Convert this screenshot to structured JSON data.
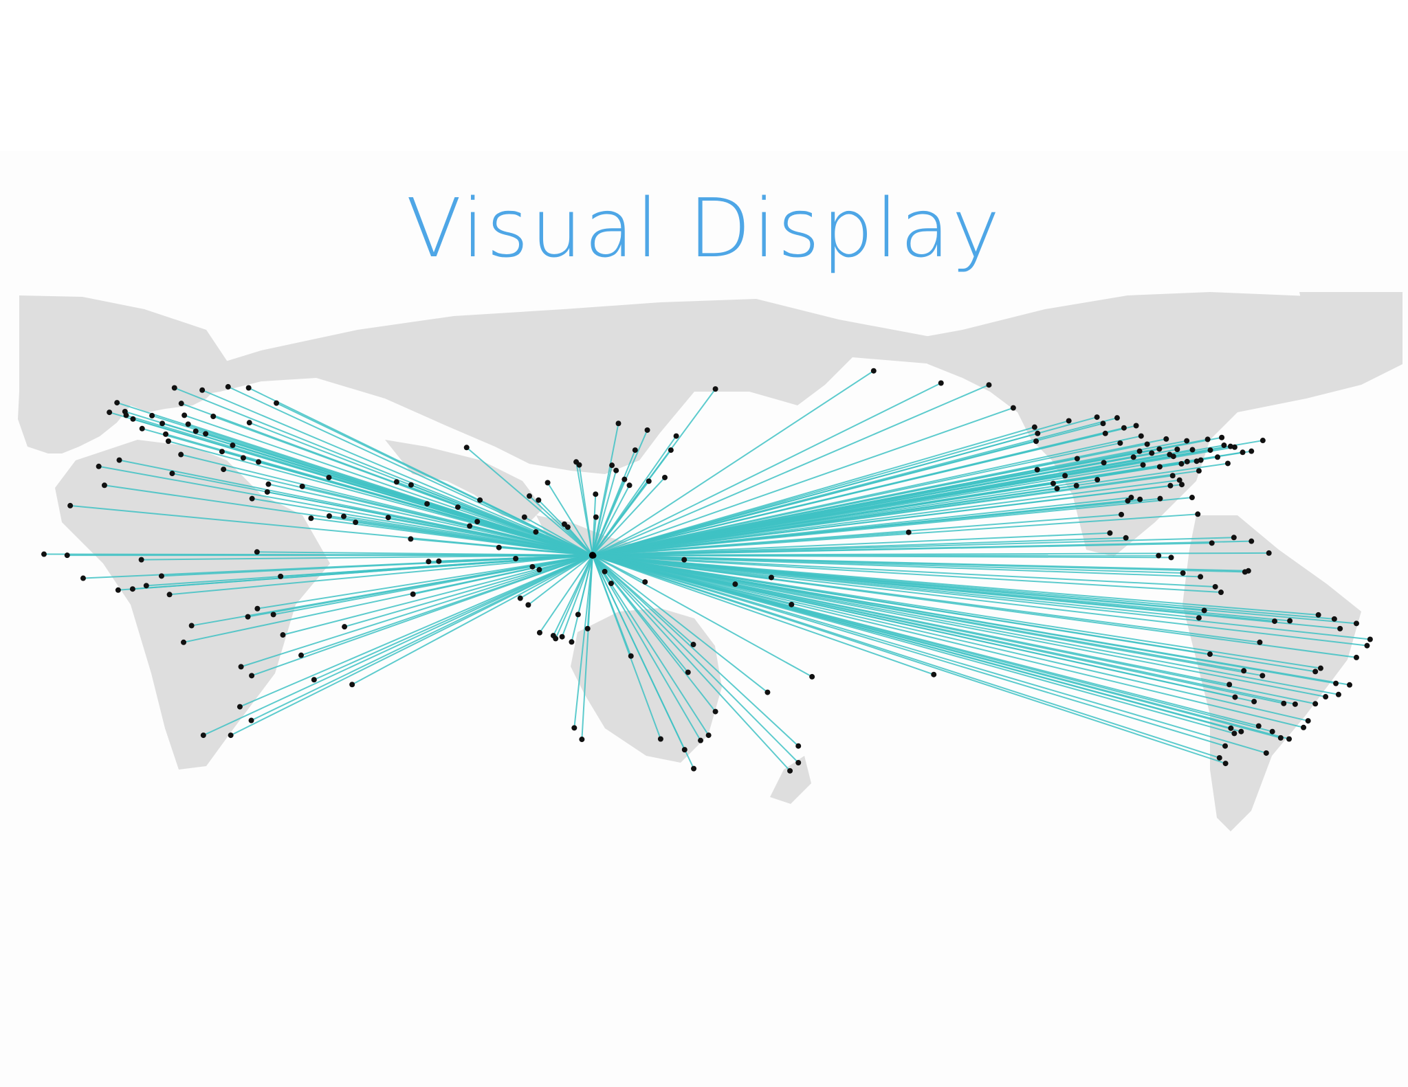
{
  "title": "Visual Display",
  "colors": {
    "title": "#4ea6e6",
    "routes": "#3fc2c4",
    "land": "#dedede",
    "points": "#111111"
  },
  "map": {
    "projection": "pacific-centered-equirectangular",
    "hub": {
      "lon": 120.7,
      "lat": 14.7
    },
    "points": [
      [
        -106.7,
        52.0
      ],
      [
        -104.5,
        47.6
      ],
      [
        -105.1,
        50.3
      ],
      [
        -101.4,
        51.8
      ],
      [
        -100.6,
        45.0
      ],
      [
        -99.6,
        49.1
      ],
      [
        -97.1,
        41.2
      ],
      [
        -96.4,
        49.7
      ],
      [
        -95.1,
        46.9
      ],
      [
        -95.5,
        42.8
      ],
      [
        -93.5,
        44.7
      ],
      [
        -92.3,
        42.3
      ],
      [
        -90.3,
        43.4
      ],
      [
        -88.5,
        46.1
      ],
      [
        -86.6,
        41.4
      ],
      [
        -85.6,
        43.3
      ],
      [
        -84.5,
        39.4
      ],
      [
        -83.1,
        45.6
      ],
      [
        -81.6,
        43.2
      ],
      [
        -79.9,
        37.5
      ],
      [
        -79.4,
        40.4
      ],
      [
        -77.6,
        46.0
      ],
      [
        -76.9,
        43.1
      ],
      [
        -75.0,
        41.2
      ],
      [
        -73.9,
        46.5
      ],
      [
        -72.3,
        39.5
      ],
      [
        -71.6,
        44.1
      ],
      [
        -70.5,
        43.9
      ],
      [
        -68.4,
        42.5
      ],
      [
        -66.1,
        42.8
      ],
      [
        -63.1,
        45.7
      ],
      [
        -73.3,
        44.4
      ],
      [
        -80.5,
        40.1
      ],
      [
        -87.4,
        33.5
      ],
      [
        -85.0,
        35.0
      ],
      [
        -90.2,
        38.6
      ],
      [
        -94.6,
        39.1
      ],
      [
        -98.6,
        29.4
      ],
      [
        -97.7,
        30.3
      ],
      [
        -95.4,
        29.8
      ],
      [
        -90.1,
        30.0
      ],
      [
        -84.4,
        33.8
      ],
      [
        -81.7,
        30.3
      ],
      [
        -80.2,
        25.8
      ],
      [
        -86.8,
        36.2
      ],
      [
        -83.0,
        40.0
      ],
      [
        -87.6,
        41.9
      ],
      [
        -112.1,
        33.5
      ],
      [
        -115.1,
        36.2
      ],
      [
        -118.2,
        34.1
      ],
      [
        -122.4,
        37.8
      ],
      [
        -122.3,
        47.6
      ],
      [
        -123.1,
        49.3
      ],
      [
        -114.1,
        51.0
      ],
      [
        -111.9,
        40.8
      ],
      [
        -104.9,
        39.7
      ],
      [
        -106.6,
        35.1
      ],
      [
        -117.2,
        32.7
      ],
      [
        -122.7,
        45.5
      ],
      [
        -156.2,
        20.9
      ],
      [
        -99.1,
        19.4
      ],
      [
        -103.3,
        20.7
      ],
      [
        -100.3,
        25.7
      ],
      [
        -90.5,
        14.6
      ],
      [
        -87.2,
        14.1
      ],
      [
        -84.1,
        9.9
      ],
      [
        -79.5,
        8.9
      ],
      [
        -76.5,
        18.0
      ],
      [
        -70.7,
        19.5
      ],
      [
        -66.1,
        18.5
      ],
      [
        -61.5,
        15.3
      ],
      [
        -74.1,
        4.7
      ],
      [
        -75.6,
        6.2
      ],
      [
        -66.9,
        10.5
      ],
      [
        -78.5,
        -0.2
      ],
      [
        -79.9,
        -2.2
      ],
      [
        -77.0,
        -12.0
      ],
      [
        -68.1,
        -16.5
      ],
      [
        -70.6,
        -33.4
      ],
      [
        -73.0,
        -36.8
      ],
      [
        -58.4,
        -34.6
      ],
      [
        -60.6,
        -32.9
      ],
      [
        -56.2,
        -34.9
      ],
      [
        -57.6,
        -25.3
      ],
      [
        -54.6,
        -25.5
      ],
      [
        -49.3,
        -25.4
      ],
      [
        -46.6,
        -23.5
      ],
      [
        -43.2,
        -22.9
      ],
      [
        -43.9,
        -19.9
      ],
      [
        -38.5,
        -12.9
      ],
      [
        -34.9,
        -8.0
      ],
      [
        -38.5,
        -3.7
      ],
      [
        -48.5,
        -1.4
      ],
      [
        -60.0,
        -3.1
      ],
      [
        -51.2,
        -30.0
      ],
      [
        -47.9,
        -15.8
      ],
      [
        -49.3,
        -16.7
      ],
      [
        -52.4,
        -31.8
      ],
      [
        -40.3,
        -20.3
      ],
      [
        -35.7,
        -9.7
      ],
      [
        -42.8,
        -5.1
      ],
      [
        -62.2,
        -38.7
      ],
      [
        -63.2,
        -17.8
      ],
      [
        -64.2,
        -31.4
      ],
      [
        -65.4,
        -24.8
      ],
      [
        -68.8,
        -32.9
      ],
      [
        -71.5,
        -32.0
      ],
      [
        -70.4,
        -23.6
      ],
      [
        -71.9,
        -20.2
      ],
      [
        -74.5,
        -40.0
      ],
      [
        -72.9,
        -41.5
      ],
      [
        -56.0,
        -3.0
      ],
      [
        -44.3,
        -2.5
      ],
      [
        -67.8,
        10.2
      ],
      [
        -63.9,
        -8.8
      ],
      [
        -147.7,
        61.2
      ],
      [
        -165.4,
        64.5
      ],
      [
        -135.1,
        60.7
      ],
      [
        -128.7,
        54.5
      ],
      [
        -0.1,
        51.5
      ],
      [
        2.3,
        48.9
      ],
      [
        4.9,
        52.4
      ],
      [
        13.4,
        52.5
      ],
      [
        12.5,
        41.9
      ],
      [
        -3.7,
        40.4
      ],
      [
        -9.1,
        38.7
      ],
      [
        -6.3,
        53.3
      ],
      [
        -4.3,
        55.9
      ],
      [
        -1.9,
        52.5
      ],
      [
        -2.2,
        53.5
      ],
      [
        18.1,
        59.3
      ],
      [
        10.8,
        59.9
      ],
      [
        24.9,
        60.2
      ],
      [
        12.6,
        55.7
      ],
      [
        30.3,
        59.9
      ],
      [
        37.6,
        55.8
      ],
      [
        21.0,
        52.2
      ],
      [
        19.0,
        47.5
      ],
      [
        16.4,
        48.2
      ],
      [
        14.4,
        50.1
      ],
      [
        8.5,
        47.4
      ],
      [
        7.6,
        50.3
      ],
      [
        9.2,
        45.5
      ],
      [
        23.7,
        37.9
      ],
      [
        28.9,
        41.0
      ],
      [
        26.1,
        44.4
      ],
      [
        23.3,
        42.7
      ],
      [
        30.5,
        50.5
      ],
      [
        32.9,
        39.9
      ],
      [
        35.2,
        31.8
      ],
      [
        35.5,
        33.9
      ],
      [
        44.4,
        33.3
      ],
      [
        46.7,
        24.7
      ],
      [
        51.5,
        25.3
      ],
      [
        55.3,
        25.2
      ],
      [
        58.4,
        23.6
      ],
      [
        51.4,
        35.7
      ],
      [
        69.2,
        34.5
      ],
      [
        73.0,
        33.7
      ],
      [
        67.0,
        24.9
      ],
      [
        72.9,
        19.1
      ],
      [
        77.2,
        28.6
      ],
      [
        80.3,
        13.1
      ],
      [
        77.6,
        13.0
      ],
      [
        88.4,
        22.6
      ],
      [
        90.4,
        23.8
      ],
      [
        85.3,
        27.7
      ],
      [
        96.1,
        16.8
      ],
      [
        100.5,
        13.8
      ],
      [
        104.9,
        11.6
      ],
      [
        105.8,
        21.0
      ],
      [
        106.7,
        10.8
      ],
      [
        101.7,
        3.1
      ],
      [
        103.8,
        1.3
      ],
      [
        106.8,
        -6.2
      ],
      [
        110.4,
        -7.0
      ],
      [
        112.7,
        -7.3
      ],
      [
        115.2,
        -8.7
      ],
      [
        116.9,
        -1.3
      ],
      [
        119.4,
        -5.1
      ],
      [
        125.6,
        7.1
      ],
      [
        123.9,
        10.3
      ],
      [
        121.0,
        14.6
      ],
      [
        121.6,
        25.0
      ],
      [
        114.2,
        22.3
      ],
      [
        113.3,
        23.1
      ],
      [
        121.5,
        31.2
      ],
      [
        116.4,
        39.9
      ],
      [
        117.2,
        39.1
      ],
      [
        125.8,
        39.0
      ],
      [
        126.9,
        37.6
      ],
      [
        129.1,
        35.2
      ],
      [
        130.4,
        33.6
      ],
      [
        135.5,
        34.7
      ],
      [
        139.7,
        35.7
      ],
      [
        141.3,
        43.1
      ],
      [
        104.1,
        30.7
      ],
      [
        108.9,
        34.3
      ],
      [
        106.5,
        29.6
      ],
      [
        87.6,
        43.8
      ],
      [
        91.1,
        29.6
      ],
      [
        102.8,
        25.0
      ],
      [
        111.0,
        -7.8
      ],
      [
        115.9,
        -31.9
      ],
      [
        130.8,
        -12.5
      ],
      [
        145.8,
        -16.9
      ],
      [
        153.0,
        -27.5
      ],
      [
        151.2,
        -33.9
      ],
      [
        149.1,
        -35.3
      ],
      [
        144.9,
        -37.8
      ],
      [
        147.3,
        -42.9
      ],
      [
        138.6,
        -34.9
      ],
      [
        117.9,
        -35.0
      ],
      [
        174.8,
        -36.8
      ],
      [
        172.6,
        -43.5
      ],
      [
        174.8,
        -41.3
      ],
      [
        178.4,
        -18.1
      ],
      [
        147.2,
        -9.4
      ],
      [
        166.7,
        -22.3
      ],
      [
        -149.6,
        -17.5
      ],
      [
        158.2,
        6.9
      ],
      [
        144.8,
        13.5
      ],
      [
        134.5,
        7.5
      ],
      [
        167.7,
        8.7
      ],
      [
        173.0,
        1.4
      ],
      [
        142.7,
        46.9
      ],
      [
        131.9,
        43.1
      ],
      [
        153.0,
        59.6
      ],
      [
        135.1,
        48.5
      ],
      [
        127.5,
        50.3
      ],
      [
        3.4,
        6.5
      ],
      [
        7.4,
        9.1
      ],
      [
        -0.2,
        5.6
      ],
      [
        -17.4,
        14.7
      ],
      [
        -7.6,
        33.6
      ],
      [
        10.2,
        36.8
      ],
      [
        31.2,
        30.0
      ],
      [
        32.5,
        15.6
      ],
      [
        38.7,
        9.0
      ],
      [
        36.8,
        -1.3
      ],
      [
        39.3,
        -6.8
      ],
      [
        32.6,
        0.3
      ],
      [
        30.1,
        -1.9
      ],
      [
        28.3,
        -15.4
      ],
      [
        31.1,
        -17.8
      ],
      [
        28.0,
        -26.2
      ],
      [
        18.4,
        -33.9
      ],
      [
        31.0,
        -29.9
      ],
      [
        25.6,
        -33.9
      ],
      [
        47.5,
        -18.9
      ],
      [
        57.5,
        -20.2
      ],
      [
        13.2,
        -8.8
      ],
      [
        15.3,
        -4.3
      ],
      [
        9.5,
        4.1
      ],
      [
        44.1,
        -12.3
      ],
      [
        55.5,
        -4.6
      ],
      [
        73.5,
        4.2
      ],
      [
        -16.6,
        28.1
      ],
      [
        -23.5,
        15.0
      ],
      [
        -13.2,
        8.5
      ],
      [
        -4.0,
        5.3
      ],
      [
        2.1,
        13.5
      ]
    ]
  }
}
